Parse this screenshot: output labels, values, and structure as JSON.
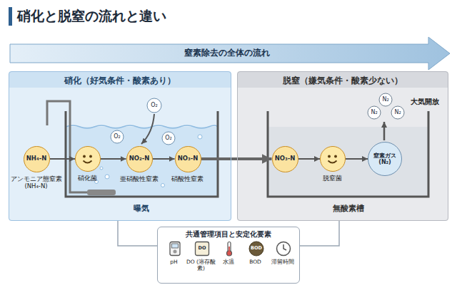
{
  "diagram": {
    "title": "硝化と脱窒の流れと違い",
    "nodes": [
      {
        "text": [
          "硝化（好気条件・酸素あり）"
        ]
      },
      {
        "text": [
          "NH₄-N",
          "アンモニア態窒素 (NH₄-N)"
        ],
        "in": 0
      },
      {
        "text": [
          "硝化菌"
        ],
        "in": 0
      },
      {
        "text": [
          "NO₂-N",
          "亜硝酸性窒素"
        ],
        "in": 0
      },
      {
        "text": [
          "NO₃-N",
          "硝酸性窒素"
        ],
        "in": 0
      },
      {
        "text": [
          "脱窒（嫌気条件・酸素少ない）"
        ]
      },
      {
        "text": [
          "NO₃-N"
        ],
        "in": 5
      },
      {
        "text": [
          "脱窒菌"
        ],
        "in": 5
      },
      {
        "text": [
          "窒素ガス (N₂)"
        ],
        "in": 5
      },
      {
        "text": [
          "共通管理項目と安定化要素"
        ]
      },
      {
        "text": [
          "pH"
        ],
        "in": 9
      },
      {
        "text": [
          "DO",
          "DO (溶存酸素)"
        ],
        "in": 9
      },
      {
        "text": [
          "水温"
        ],
        "in": 9
      },
      {
        "text": [
          "BOD",
          "BOD"
        ],
        "in": 9
      },
      {
        "text": [
          "滞留時間"
        ],
        "in": 9
      }
    ],
    "edges": [
      {
        "from": 1,
        "to": 2,
        "arrow": "to"
      },
      {
        "from": 2,
        "to": 3,
        "arrow": "to"
      },
      {
        "from": 3,
        "to": 4,
        "arrow": "to"
      },
      {
        "from": 4,
        "to": 6,
        "arrow": "to"
      },
      {
        "from": 6,
        "to": 7,
        "arrow": "to"
      },
      {
        "from": 7,
        "to": 8,
        "arrow": "to"
      },
      {
        "from": 9,
        "to": 0,
        "arrow": "none"
      },
      {
        "from": 9,
        "to": 5,
        "arrow": "none"
      }
    ],
    "labels": [
      "窒素除去の全体の流れ",
      "O₂",
      "O₂",
      "O₂",
      "曝気",
      "N₂",
      "N₂",
      "N₂",
      "大気開放",
      "無酸素槽"
    ]
  }
}
